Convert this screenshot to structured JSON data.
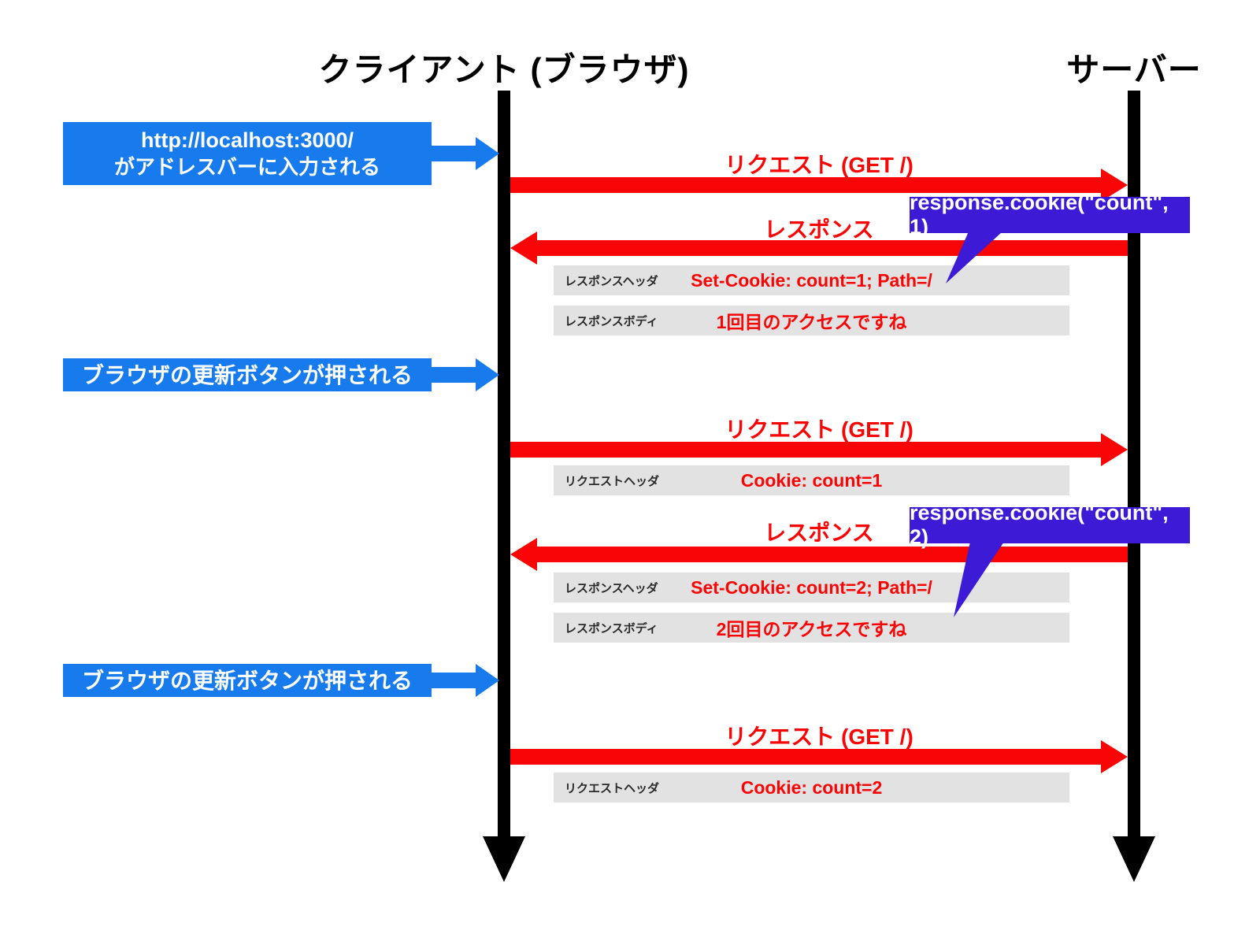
{
  "lanes": {
    "client_title": "クライアント (ブラウザ)",
    "server_title": "サーバー"
  },
  "actions": {
    "address_bar_line1": "http://localhost:3000/",
    "address_bar_line2": "がアドレスバーに入力される",
    "refresh_1": "ブラウザの更新ボタンが押される",
    "refresh_2": "ブラウザの更新ボタンが押される"
  },
  "messages": {
    "request_1": "リクエスト (GET /)",
    "response_1": "レスポンス",
    "request_2": "リクエスト (GET /)",
    "response_2": "レスポンス",
    "request_3": "リクエスト (GET /)"
  },
  "annotations": {
    "cookie_1": "response.cookie(\"count\", 1)",
    "cookie_2": "response.cookie(\"count\", 2)"
  },
  "rows": [
    {
      "label": "レスポンスヘッダ",
      "value": "Set-Cookie: count=1; Path=/"
    },
    {
      "label": "レスポンスボディ",
      "value": "1回目のアクセスですね"
    },
    {
      "label": "リクエストヘッダ",
      "value": "Cookie: count=1"
    },
    {
      "label": "レスポンスヘッダ",
      "value": "Set-Cookie: count=2; Path=/"
    },
    {
      "label": "レスポンスボディ",
      "value": "2回目のアクセスですね"
    },
    {
      "label": "リクエストヘッダ",
      "value": "Cookie: count=2"
    }
  ],
  "colors": {
    "blue": "#177BEE",
    "red": "#FA0505",
    "purple": "#3D1AD6",
    "row_bg": "#E2E2E2",
    "lifeline": "#000000"
  }
}
